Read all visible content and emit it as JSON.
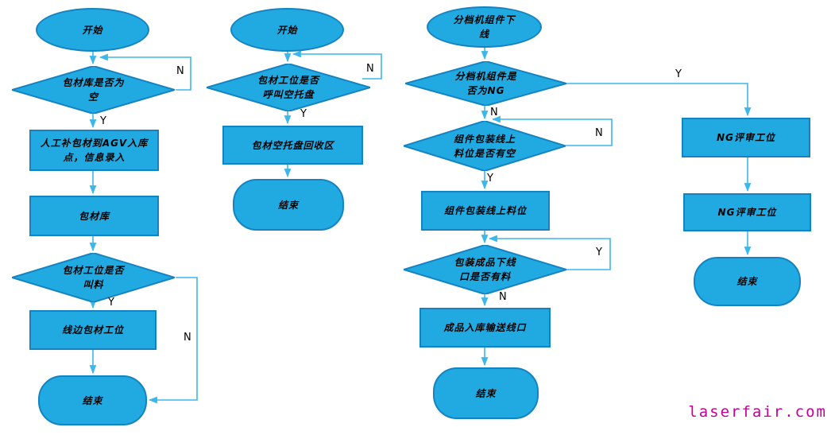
{
  "colors": {
    "shape_fill": "#21aae1",
    "shape_border": "#1583c1",
    "line": "#3db7ea",
    "watermark": "#c4009c"
  },
  "common": {
    "yes": "Y",
    "no": "N"
  },
  "flow1": {
    "start": "开始",
    "d1": "包材库是否为空",
    "p1": "人工补包材到AGV入库点，信息录入",
    "p2": "包材库",
    "d2": "包材工位是否叫料",
    "p3": "线边包材工位",
    "end": "结束"
  },
  "flow2": {
    "start": "开始",
    "d1": "包材工位是否呼叫空托盘",
    "p1": "包材空托盘回收区",
    "end": "结束"
  },
  "flow3": {
    "start": "分档机组件下线",
    "d1": "分档机组件是否为NG",
    "d2": "组件包装线上料位是否有空",
    "p1": "组件包装线上料位",
    "d3": "包装成品下线口是否有料",
    "p2": "成品入库输送线口",
    "end": "结束"
  },
  "flow4": {
    "p1": "NG评审工位",
    "p2": "NG评审工位",
    "end": "结束"
  },
  "watermark": {
    "text": "laserfair.com"
  }
}
